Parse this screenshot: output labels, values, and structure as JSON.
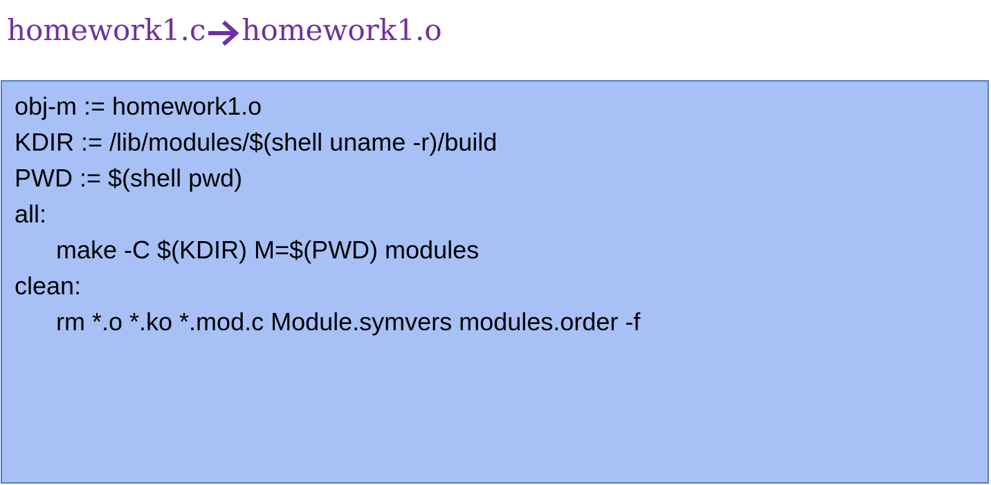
{
  "title": {
    "source": "homework1.c",
    "target": "homework1.o",
    "arrow_icon": "right-arrow-icon",
    "color": "#7030a0"
  },
  "code_box": {
    "background": "#a7c1f6",
    "border": "#4f7fc0",
    "lines": [
      {
        "text": "obj-m := homework1.o",
        "indent": false
      },
      {
        "text": "KDIR := /lib/modules/$(shell uname -r)/build",
        "indent": false
      },
      {
        "text": "PWD := $(shell pwd)",
        "indent": false
      },
      {
        "text": "all:",
        "indent": false
      },
      {
        "text": "make -C $(KDIR) M=$(PWD) modules",
        "indent": true
      },
      {
        "text": "clean:",
        "indent": false
      },
      {
        "text": "rm *.o *.ko *.mod.c Module.symvers modules.order -f",
        "indent": true
      }
    ]
  }
}
